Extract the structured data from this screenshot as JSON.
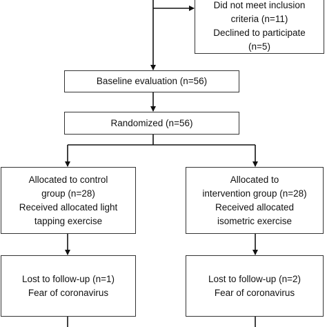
{
  "flowchart": {
    "exclusion": {
      "lines": [
        "Did not meet inclusion",
        "criteria (n=11)",
        "Declined to participate",
        "(n=5)"
      ]
    },
    "baseline": {
      "text": "Baseline evaluation (n=56)"
    },
    "randomized": {
      "text": "Randomized (n=56)"
    },
    "control_allocation": {
      "lines": [
        "Allocated to control",
        "group (n=28)",
        "Received allocated light",
        "tapping exercise"
      ]
    },
    "intervention_allocation": {
      "lines": [
        "Allocated to",
        "intervention group (n=28)",
        "Received allocated",
        "isometric exercise"
      ]
    },
    "control_followup": {
      "lines": [
        "Lost to follow-up (n=1)",
        "Fear of coronavirus"
      ]
    },
    "intervention_followup": {
      "lines": [
        "Lost to follow-up (n=2)",
        "Fear of coronavirus"
      ]
    }
  }
}
